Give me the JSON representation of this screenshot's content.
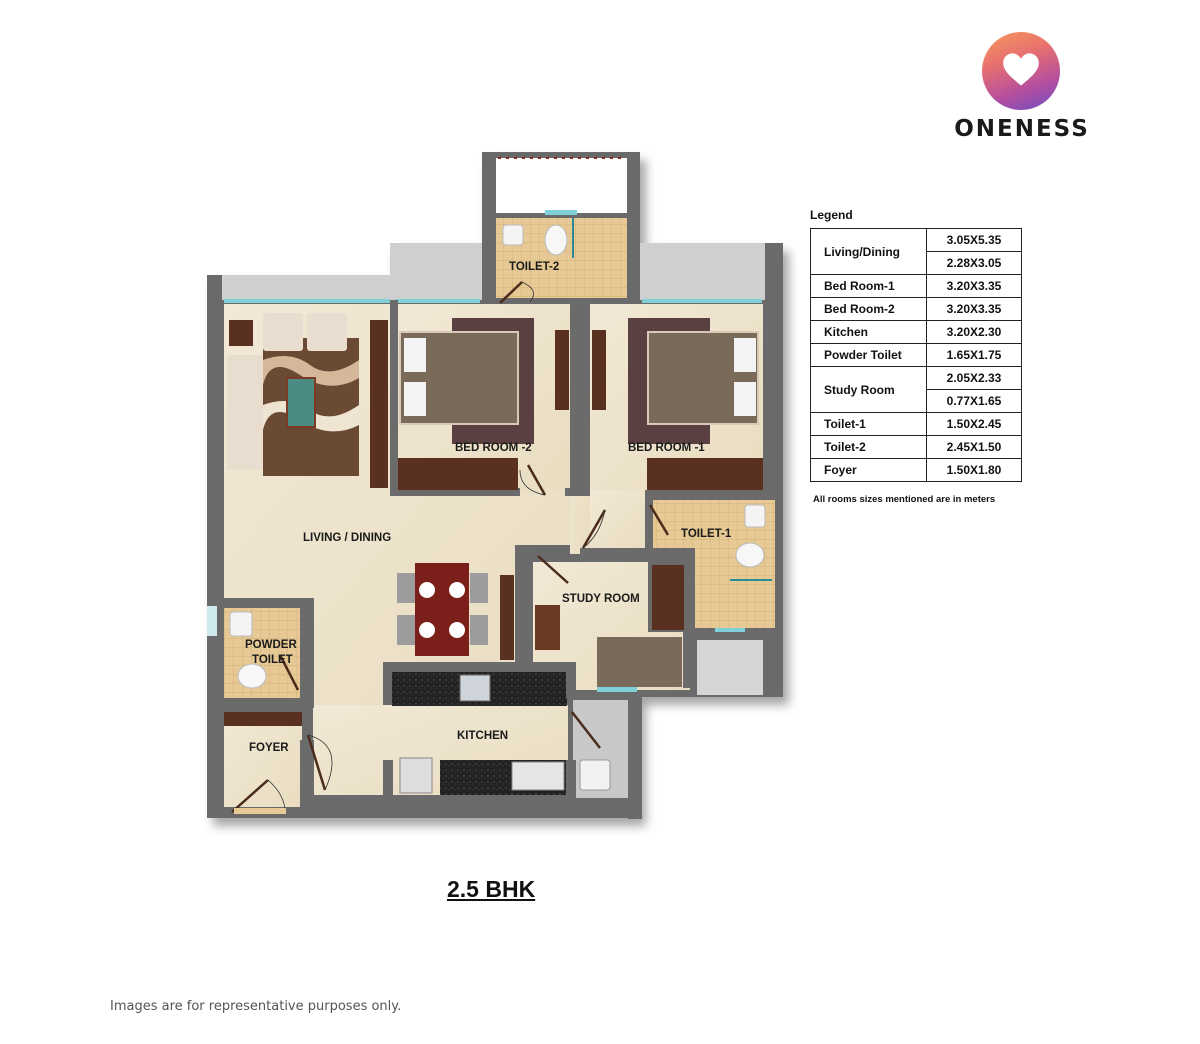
{
  "brand": {
    "name": "ONENESS",
    "logo_icon": "heart-icon",
    "gradient": [
      "#f59a5c",
      "#e8706f",
      "#b34ea0",
      "#6b4fc2"
    ]
  },
  "plan": {
    "title": "2.5 BHK",
    "rooms": {
      "living_dining": "LIVING / DINING",
      "bedroom_2": "BED ROOM -2",
      "bedroom_1": "BED ROOM -1",
      "toilet_2": "TOILET-2",
      "toilet_1": "TOILET-1",
      "study_room": "STUDY ROOM",
      "powder_toilet_line1": "POWDER",
      "powder_toilet_line2": "TOILET",
      "foyer": "FOYER",
      "kitchen": "KITCHEN"
    },
    "colors": {
      "wall": "#6b6b6b",
      "floor": "#efe6d2",
      "tile": "#e6c995",
      "balcony": "#cfcfcf",
      "window": "#7fd0d8"
    }
  },
  "legend": {
    "title": "Legend",
    "rows": [
      {
        "room": "Living/Dining",
        "sizes": [
          "3.05X5.35",
          "2.28X3.05"
        ]
      },
      {
        "room": "Bed Room-1",
        "sizes": [
          "3.20X3.35"
        ]
      },
      {
        "room": "Bed Room-2",
        "sizes": [
          "3.20X3.35"
        ]
      },
      {
        "room": "Kitchen",
        "sizes": [
          "3.20X2.30"
        ]
      },
      {
        "room": "Powder Toilet",
        "sizes": [
          "1.65X1.75"
        ]
      },
      {
        "room": "Study Room",
        "sizes": [
          "2.05X2.33",
          "0.77X1.65"
        ]
      },
      {
        "room": "Toilet-1",
        "sizes": [
          "1.50X2.45"
        ]
      },
      {
        "room": "Toilet-2",
        "sizes": [
          "2.45X1.50"
        ]
      },
      {
        "room": "Foyer",
        "sizes": [
          "1.50X1.80"
        ]
      }
    ],
    "note": "All rooms sizes mentioned are in meters"
  },
  "footer": {
    "disclaimer": "Images are for representative purposes only."
  }
}
